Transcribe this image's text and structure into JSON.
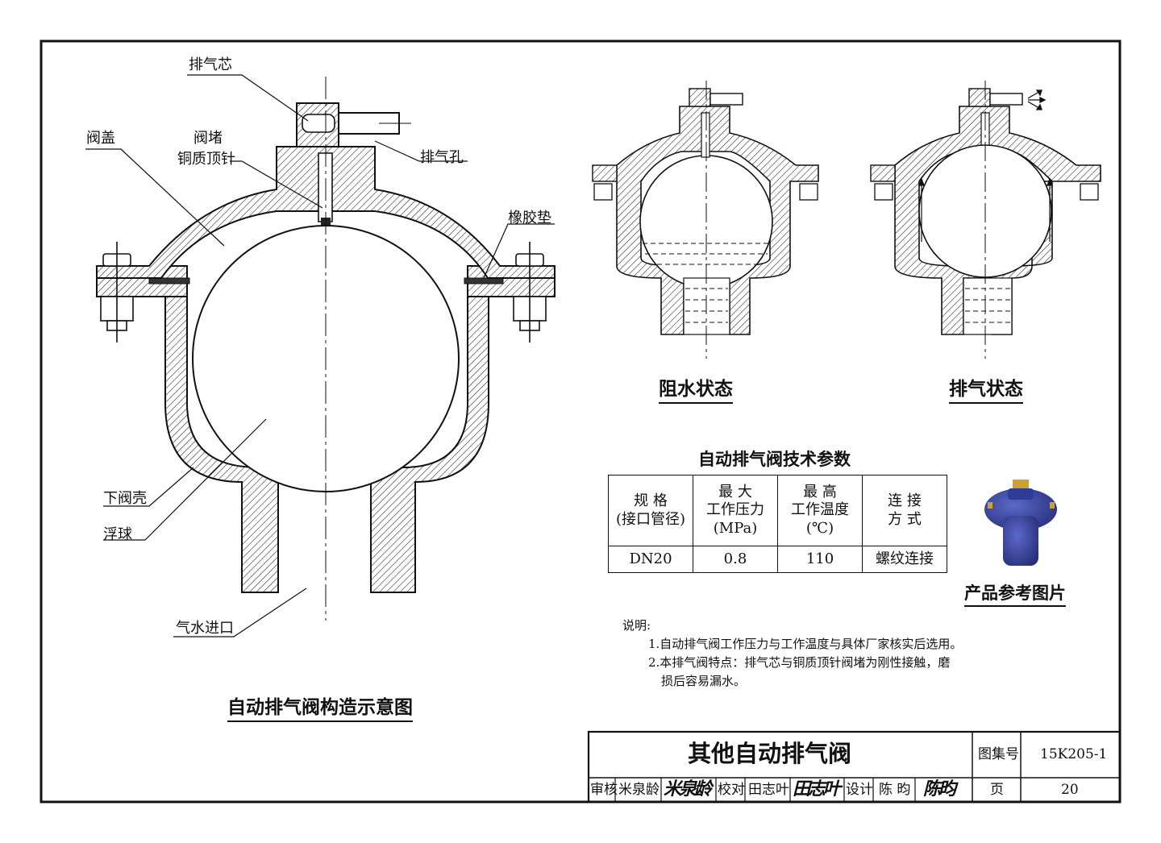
{
  "labels": {
    "vent_core": "排气芯",
    "valve_cover": "阀盖",
    "valve_plug": "阀堵",
    "copper_pin": "铜质顶针",
    "vent_hole": "排气孔",
    "rubber_gasket": "橡胶垫",
    "lower_shell": "下阀壳",
    "float_ball": "浮球",
    "inlet": "气水进口"
  },
  "titles": {
    "main_diagram": "自动排气阀构造示意图",
    "water_block": "阻水状态",
    "venting": "排气状态",
    "table_title": "自动排气阀技术参数",
    "product_photo": "产品参考图片"
  },
  "spec_table": {
    "h1_l1": "规  格",
    "h1_l2": "(接口管径)",
    "h2_l1": "最    大",
    "h2_l2": "工作压力",
    "h2_l3": "(MPa)",
    "h3_l1": "最    高",
    "h3_l2": "工作温度",
    "h3_l3": "(℃)",
    "h4_l1": "连 接",
    "h4_l2": "方 式",
    "size": "DN20",
    "pressure": "0.8",
    "temperature": "110",
    "connection": "螺纹连接"
  },
  "notes": {
    "heading": "说明:",
    "n1": "1.自动排气阀工作压力与工作温度与具体厂家核实后选用。",
    "n2a": "2.本排气阀特点：排气芯与铜质顶针阀堵为刚性接触，磨",
    "n2b": "损后容易漏水。"
  },
  "title_block": {
    "sheet_title": "其他自动排气阀",
    "atlas_label": "图集号",
    "atlas_no": "15K205-1",
    "review_label": "审核",
    "reviewer": "米泉龄",
    "reviewer_sig": "米泉龄",
    "check_label": "校对",
    "checker": "田志叶",
    "checker_sig": "田志叶",
    "design_label": "设计",
    "designer": "陈 昀",
    "designer_sig": "陈昀",
    "page_label": "页",
    "page_no": "20"
  },
  "colors": {
    "line": "#111111",
    "product_body": "#2f3c9a",
    "product_brass": "#c9a233"
  }
}
